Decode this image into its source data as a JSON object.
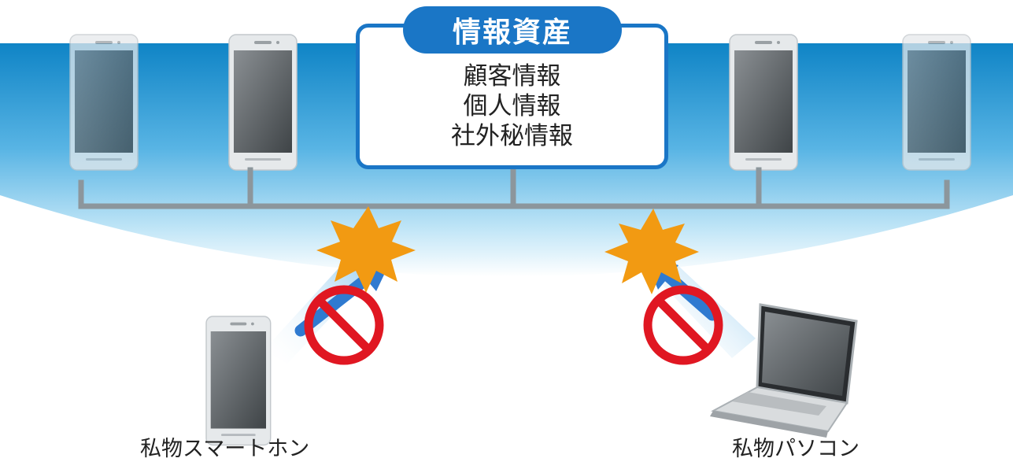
{
  "info_asset": {
    "title": "情報資産",
    "items": [
      "顧客情報",
      "個人情報",
      "社外秘情報"
    ]
  },
  "devices": {
    "private_smartphone_label": "私物スマートホン",
    "private_pc_label": "私物パソコン"
  },
  "colors": {
    "accent_blue": "#1a76c6",
    "network_line": "#8c969c",
    "attack_arrow": "#2f7ad0",
    "prohibit_red": "#e01722",
    "burst_orange": "#f29a12"
  },
  "icons": [
    "smartphone-icon",
    "laptop-icon",
    "prohibited-icon",
    "burst-icon",
    "arrow-icon"
  ]
}
